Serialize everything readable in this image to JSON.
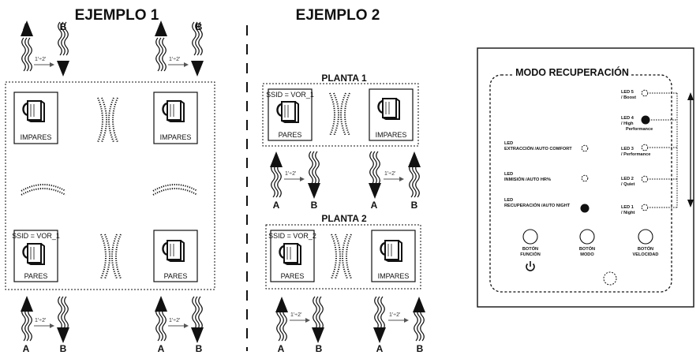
{
  "example1": {
    "title": "EJEMPLO 1",
    "units": {
      "top_left": "IMPARES",
      "top_right": "IMPARES",
      "bottom_left": "PARES",
      "bottom_right": "PARES"
    },
    "ssid": "SSID = VOR_1"
  },
  "example2": {
    "title": "EJEMPLO 2",
    "floor1": {
      "title": "PLANTA 1",
      "ssid": "SSID = VOR_1",
      "left_unit": "PARES",
      "right_unit": "IMPARES"
    },
    "floor2": {
      "title": "PLANTA 2",
      "ssid": "SSID = VOR_2",
      "left_unit": "PARES",
      "right_unit": "IMPARES"
    }
  },
  "flow": {
    "a": "A",
    "b": "B",
    "time": "1'÷2'"
  },
  "panel": {
    "title": "MODO RECUPERACIÓN",
    "left_leds": [
      {
        "line1": "LED",
        "line2": "EXTRACCIÓN /AUTO COMFORT",
        "state": "off"
      },
      {
        "line1": "LED",
        "line2": "INMISIÓN /AUTO HR%",
        "state": "off"
      },
      {
        "line1": "LED",
        "line2": "RECUPERACIÓN /AUTO NIGHT",
        "state": "on"
      }
    ],
    "speed_leds": [
      {
        "line1": "LED 5",
        "line2": "/ Boost",
        "line3": "",
        "state": "off"
      },
      {
        "line1": "LED 4",
        "line2": "/ High",
        "line3": "Performance",
        "state": "on"
      },
      {
        "line1": "LED 3",
        "line2": "/ Performance",
        "line3": "",
        "state": "off"
      },
      {
        "line1": "LED 2",
        "line2": "/ Quiet",
        "line3": "",
        "state": "off"
      },
      {
        "line1": "LED 1",
        "line2": "/ Night",
        "line3": "",
        "state": "off"
      }
    ],
    "buttons": [
      {
        "line1": "BOTÓN",
        "line2": "FUNCIÓN",
        "icon": "power-icon"
      },
      {
        "line1": "BOTÓN",
        "line2": "MODO",
        "icon": ""
      },
      {
        "line1": "BOTÓN",
        "line2": "VELOCIDAD",
        "icon": ""
      }
    ]
  }
}
